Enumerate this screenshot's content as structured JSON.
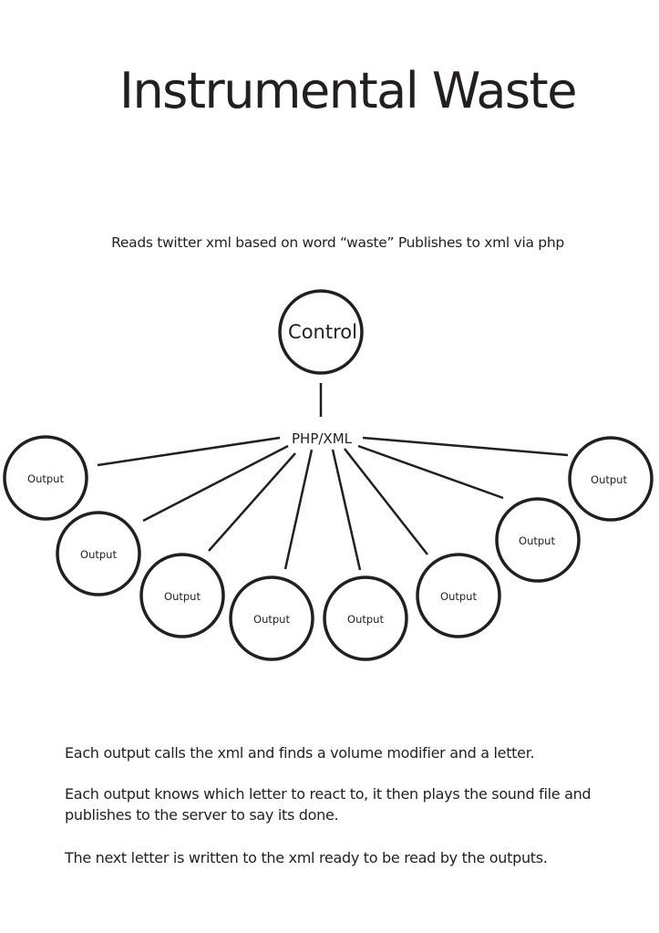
{
  "title": "Instrumental Waste",
  "subtitle": "Reads twitter xml based on word “waste” Publishes to xml via php",
  "diagram": {
    "control_label": "Control",
    "hub_label": "PHP/XML",
    "outputs": [
      {
        "label": "Output"
      },
      {
        "label": "Output"
      },
      {
        "label": "Output"
      },
      {
        "label": "Output"
      },
      {
        "label": "Output"
      },
      {
        "label": "Output"
      },
      {
        "label": "Output"
      },
      {
        "label": "Output"
      }
    ],
    "stroke_color": "#231f20"
  },
  "description": [
    "Each output calls the xml and finds a volume modifier and a letter.",
    "Each output knows which letter to react to, it then plays the sound file and publishes to the server to say its done.",
    "The next letter is written to the xml ready to be read by the outputs."
  ]
}
